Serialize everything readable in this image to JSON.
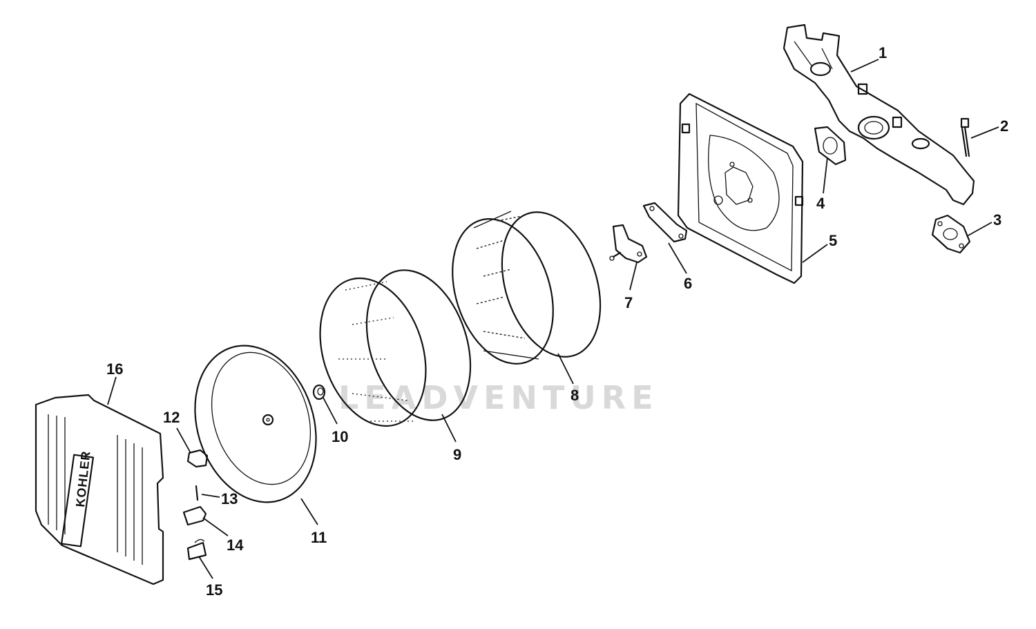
{
  "diagram": {
    "watermark": "LEADVENTURE",
    "logo_text": "KOHLER",
    "callouts": [
      {
        "id": "1",
        "label": "1"
      },
      {
        "id": "2",
        "label": "2"
      },
      {
        "id": "3",
        "label": "3"
      },
      {
        "id": "4",
        "label": "4"
      },
      {
        "id": "5",
        "label": "5"
      },
      {
        "id": "6",
        "label": "6"
      },
      {
        "id": "7",
        "label": "7"
      },
      {
        "id": "8",
        "label": "8"
      },
      {
        "id": "9",
        "label": "9"
      },
      {
        "id": "10",
        "label": "10"
      },
      {
        "id": "11",
        "label": "11"
      },
      {
        "id": "12",
        "label": "12"
      },
      {
        "id": "13",
        "label": "13"
      },
      {
        "id": "14",
        "label": "14"
      },
      {
        "id": "15",
        "label": "15"
      },
      {
        "id": "16",
        "label": "16"
      }
    ]
  }
}
